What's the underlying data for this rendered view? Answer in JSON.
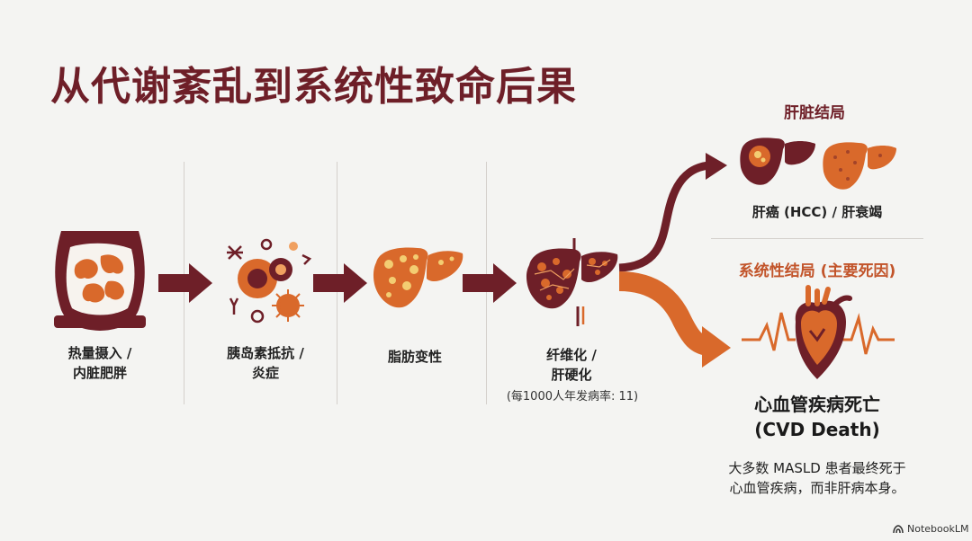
{
  "title": "从代谢紊乱到系统性致命后果",
  "stages": [
    {
      "label_line1": "热量摄入 /",
      "label_line2": "内脏肥胖",
      "icon": "belly-icon"
    },
    {
      "label_line1": "胰岛素抵抗 /",
      "label_line2": "炎症",
      "icon": "cells-icon"
    },
    {
      "label_line1": "脂肪变性",
      "label_line2": "",
      "icon": "fatty-liver-icon"
    },
    {
      "label_line1": "纤维化 /",
      "label_line2": "肝硬化",
      "sub": "(每1000人年发病率: 11)",
      "icon": "cirrhotic-liver-icon"
    }
  ],
  "liver_outcome": {
    "header": "肝脏结局",
    "label": "肝癌 (HCC) / 肝衰竭",
    "icons": [
      "tumor-liver-icon",
      "failing-liver-icon"
    ]
  },
  "systemic_outcome": {
    "header": "系统性结局 (主要死因)",
    "title_line1": "心血管疾病死亡",
    "title_line2": "(CVD Death)",
    "note_line1": "大多数 MASLD 患者最终死于",
    "note_line2": "心血管疾病，而非肝病本身。",
    "icon": "heart-ecg-icon"
  },
  "branding": {
    "text": "NotebookLM",
    "icon": "notebooklm-icon"
  },
  "colors": {
    "maroon": "#6e1f28",
    "orange": "#d9692b",
    "light_orange": "#f0a060",
    "gold": "#f3cd72",
    "background": "#f4f4f2"
  }
}
